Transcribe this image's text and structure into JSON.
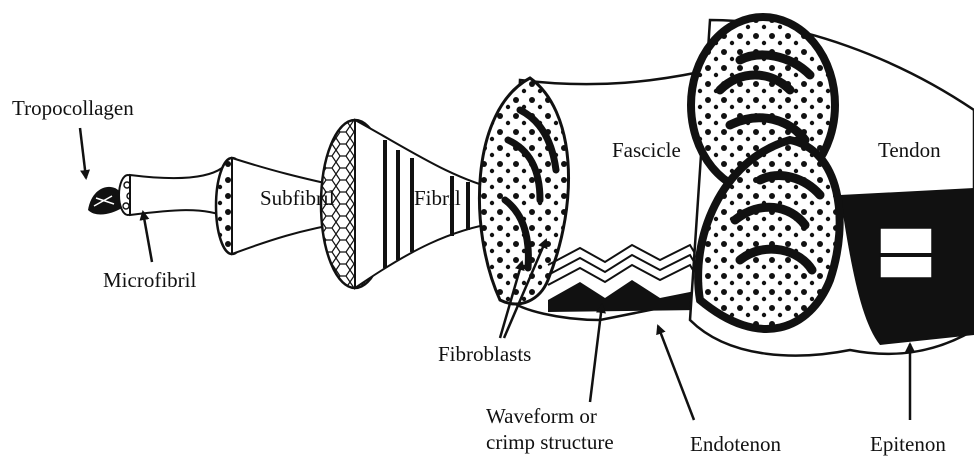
{
  "diagram": {
    "labels": {
      "tropocollagen": "Tropocollagen",
      "microfibril": "Microfibril",
      "subfibril": "Subfibril",
      "fibril": "Fibril",
      "fascicle": "Fascicle",
      "tendon": "Tendon",
      "fibroblasts": "Fibroblasts",
      "waveform": "Waveform or\ncrimp structure",
      "endotenon": "Endotenon",
      "epitenon": "Epitenon"
    },
    "colors": {
      "ink": "#111111",
      "paper": "#ffffff"
    }
  }
}
